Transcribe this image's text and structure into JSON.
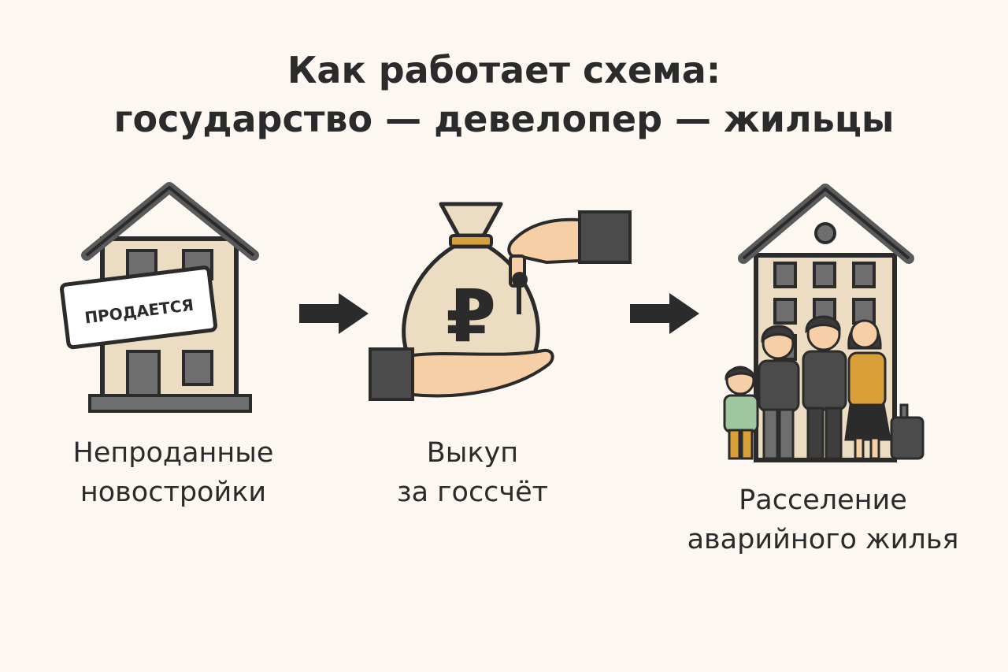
{
  "title": {
    "line1": "Как работает схема:",
    "line2": "государство — девелопер — жильцы"
  },
  "steps": [
    {
      "icon": "house-for-sale-icon",
      "sign": "ПРОДАЕТСЯ",
      "caption": [
        "Непроданные",
        "новостройки"
      ]
    },
    {
      "icon": "money-bag-ruble-icon",
      "symbol": "₽",
      "caption": [
        "Выкуп",
        "за госсчёт"
      ]
    },
    {
      "icon": "family-with-house-icon",
      "caption": [
        "Расселение",
        "аварийного жилья"
      ]
    }
  ],
  "arrows": [
    "arrow-right-icon",
    "arrow-right-icon"
  ],
  "colors": {
    "background": "#fcf8f1",
    "ink": "#2b2b2b",
    "wall": "#ecdcc2",
    "window": "#6e6e6e",
    "skin": "#f6cfa6",
    "accent": "#d9a03a",
    "green": "#9fc7a0"
  }
}
